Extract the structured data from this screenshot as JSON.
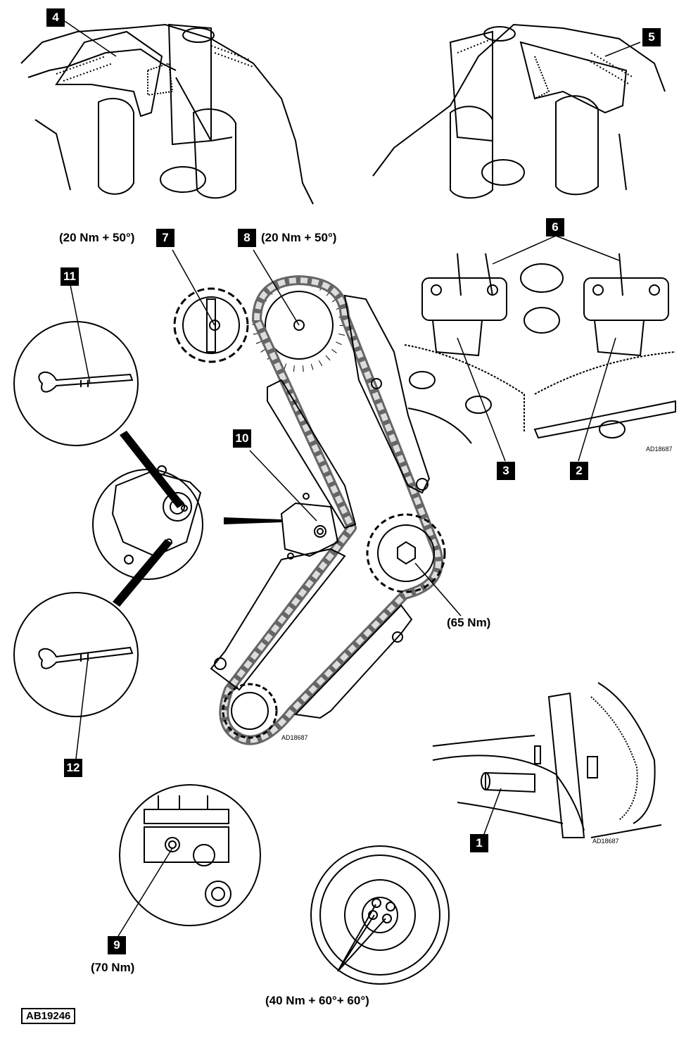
{
  "callouts": {
    "n1": "1",
    "n2": "2",
    "n3": "3",
    "n4": "4",
    "n5": "5",
    "n6": "6",
    "n7": "7",
    "n8": "8",
    "n9": "9",
    "n10": "10",
    "n11": "11",
    "n12": "12"
  },
  "torques": {
    "t7": "(20 Nm + 50°)",
    "t8": "(20 Nm + 50°)",
    "t65": "(65 Nm)",
    "t9": "(70 Nm)",
    "t_pulley": "(40 Nm + 60°+ 60°)"
  },
  "codes": {
    "c_cams": "AD18687",
    "c_chain": "AD18687",
    "c_crank": "AD18687"
  },
  "figure_ref": "AB19246"
}
